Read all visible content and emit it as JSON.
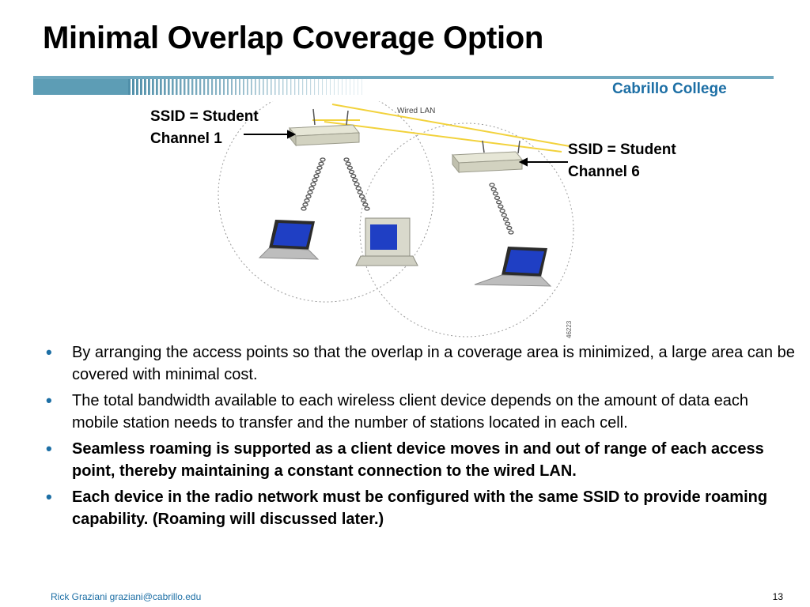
{
  "slide": {
    "title": "Minimal Overlap Coverage Option",
    "brand": "Cabrillo College"
  },
  "diagram": {
    "wired_lan_label": "Wired LAN",
    "figure_id": "46223",
    "access_points": [
      {
        "ssid_line": "SSID = Student",
        "channel_line": "Channel 1"
      },
      {
        "ssid_line": "SSID = Student",
        "channel_line": "Channel 6"
      }
    ],
    "colors": {
      "wired_lan": "#f2d23c",
      "screen": "#1f3fc4",
      "coverage_circle": "#9a9a9a",
      "brand": "#1d6fa5"
    }
  },
  "bullets": [
    {
      "text": "By arranging the access points so that the overlap in a coverage area is minimized, a large area can be covered with minimal cost.",
      "bold": false
    },
    {
      "text": "The total bandwidth available to each wireless client device depends on the amount of data each mobile station needs to transfer and the number of stations located in each cell.",
      "bold": false
    },
    {
      "text": "Seamless roaming is supported as a client device moves in and out of range of each access point, thereby maintaining a constant connection to the wired LAN.",
      "bold": true
    },
    {
      "text": "Each device in the radio network must be configured with the same SSID to provide roaming capability. (Roaming will discussed later.)",
      "bold": true
    }
  ],
  "bullet_glyph": "•",
  "footer": {
    "author": "Rick Graziani  graziani@cabrillo.edu",
    "page_number": "13"
  }
}
